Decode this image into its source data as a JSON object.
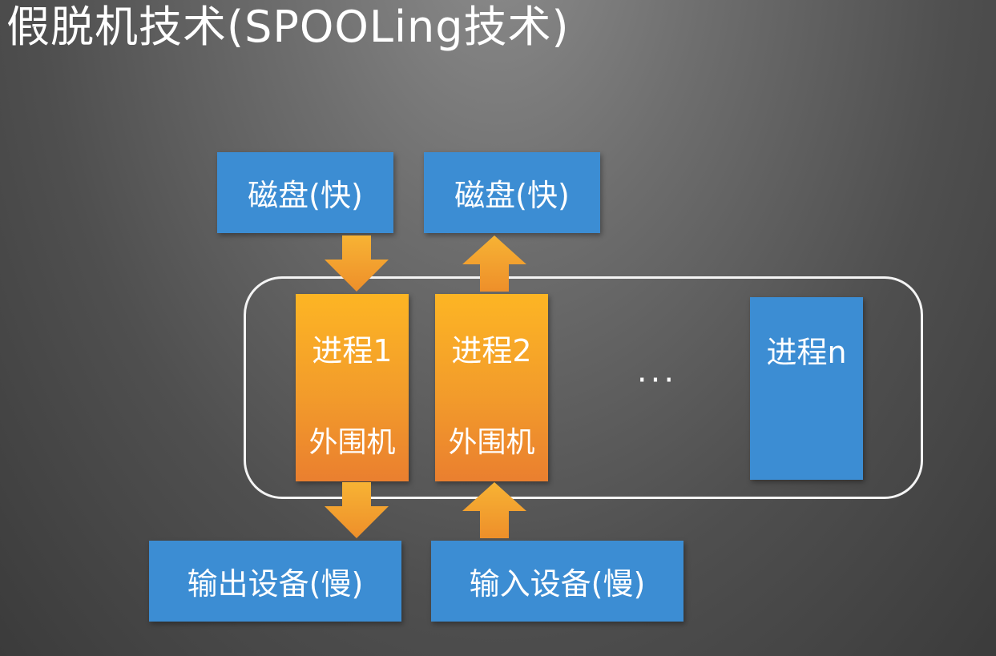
{
  "title": "假脱机技术(SPOOLing技术)",
  "disk_left": {
    "label": "磁盘(快)"
  },
  "disk_right": {
    "label": "磁盘(快)"
  },
  "process_1": {
    "name": "进程1",
    "peripheral": "外围机"
  },
  "process_2": {
    "name": "进程2",
    "peripheral": "外围机"
  },
  "process_n": {
    "name": "进程n"
  },
  "ellipsis": "···",
  "output_device": {
    "label": "输出设备(慢)"
  },
  "input_device": {
    "label": "输入设备(慢)"
  },
  "colors": {
    "blue_box": "#3c8dd3",
    "orange_top": "#fdb524",
    "orange_bottom": "#ea7f2f",
    "arrow": "#f4a12c",
    "frame": "#f4f4f4"
  }
}
